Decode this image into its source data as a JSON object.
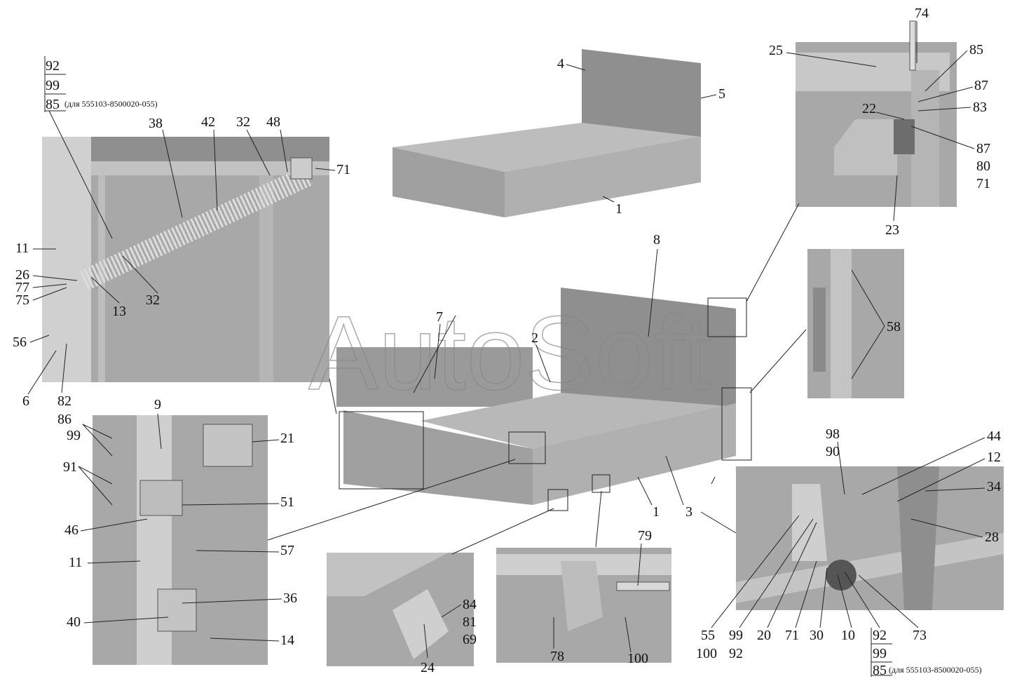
{
  "title": "Body assembly parts diagram",
  "watermark": "AutoSoft",
  "note_text": "(для 555103-8500020-055)",
  "colors": {
    "panel": "#a3a3a3",
    "panel_dark": "#7d7d7d",
    "panel_light": "#c4c4c4",
    "line": "#222222"
  },
  "labels": [
    "92",
    "99",
    "85",
    "38",
    "42",
    "32",
    "48",
    "71",
    "11",
    "26",
    "77",
    "75",
    "13",
    "32",
    "56",
    "6",
    "82",
    "86",
    "4",
    "5",
    "1",
    "74",
    "25",
    "85",
    "87",
    "22",
    "83",
    "87",
    "80",
    "71",
    "23",
    "8",
    "7",
    "2",
    "58",
    "1",
    "3",
    "9",
    "99",
    "21",
    "91",
    "51",
    "46",
    "57",
    "11",
    "36",
    "40",
    "14",
    "84",
    "81",
    "69",
    "24",
    "79",
    "78",
    "100",
    "98",
    "90",
    "44",
    "12",
    "34",
    "28",
    "55",
    "100",
    "99",
    "92",
    "20",
    "71",
    "30",
    "10",
    "92",
    "99",
    "85",
    "73"
  ]
}
